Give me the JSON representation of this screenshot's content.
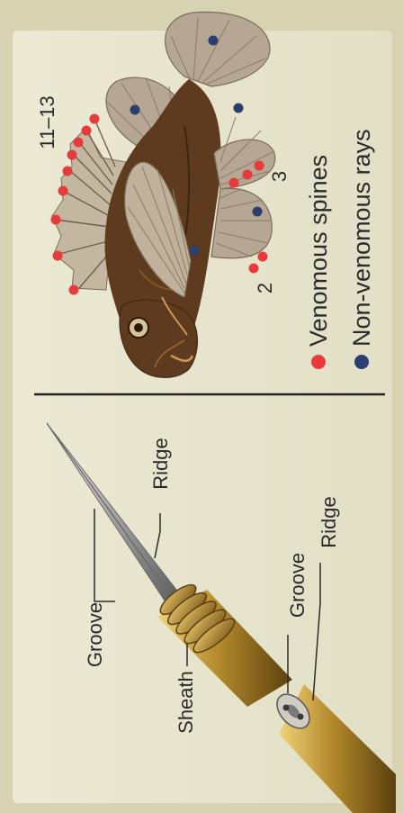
{
  "fish_panel": {
    "dorsal_count": "11–13",
    "pelvic_count": "2",
    "anal_count": "3"
  },
  "legend": {
    "venomous": {
      "label": "Venomous spines",
      "color": "#e63b3b"
    },
    "nonvenomous": {
      "label": "Non-venomous rays",
      "color": "#2b3e70"
    }
  },
  "spine_panel": {
    "groove_label": "Groove",
    "ridge_label": "Ridge",
    "sheath_label": "Sheath",
    "cross_groove_label": "Groove",
    "cross_ridge_label": "Ridge"
  },
  "colors": {
    "background": "#d6d3b3",
    "fish_body": "#5e3a1e",
    "fins": "#b5a793",
    "gold": "#b48a2c"
  }
}
